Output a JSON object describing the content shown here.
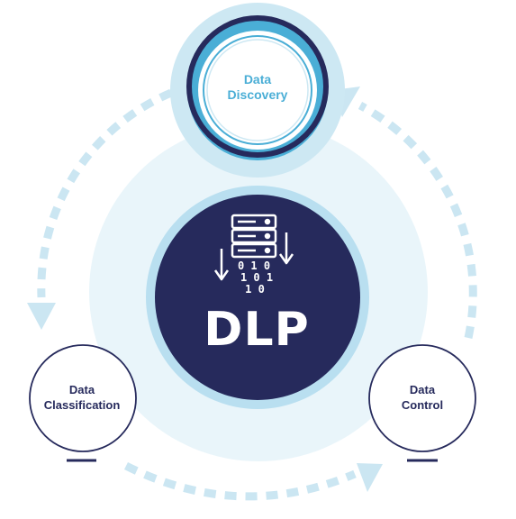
{
  "center": {
    "title": "DLP"
  },
  "nodes": {
    "discovery": {
      "line1": "Data",
      "line2": "Discovery"
    },
    "classification": {
      "line1": "Data",
      "line2": "Classification"
    },
    "control": {
      "line1": "Data",
      "line2": "Control"
    }
  },
  "icon": {
    "name": "server-binary-data-icon",
    "binary_rows": [
      "0 1 0",
      "1 0 1",
      "1 0"
    ]
  },
  "colors": {
    "navy": "#262a5c",
    "light_blue": "#e9f5fa",
    "pale_ring": "#cde8f3",
    "cyan": "#4aaed6",
    "dash_blue": "#cbe6f2"
  }
}
